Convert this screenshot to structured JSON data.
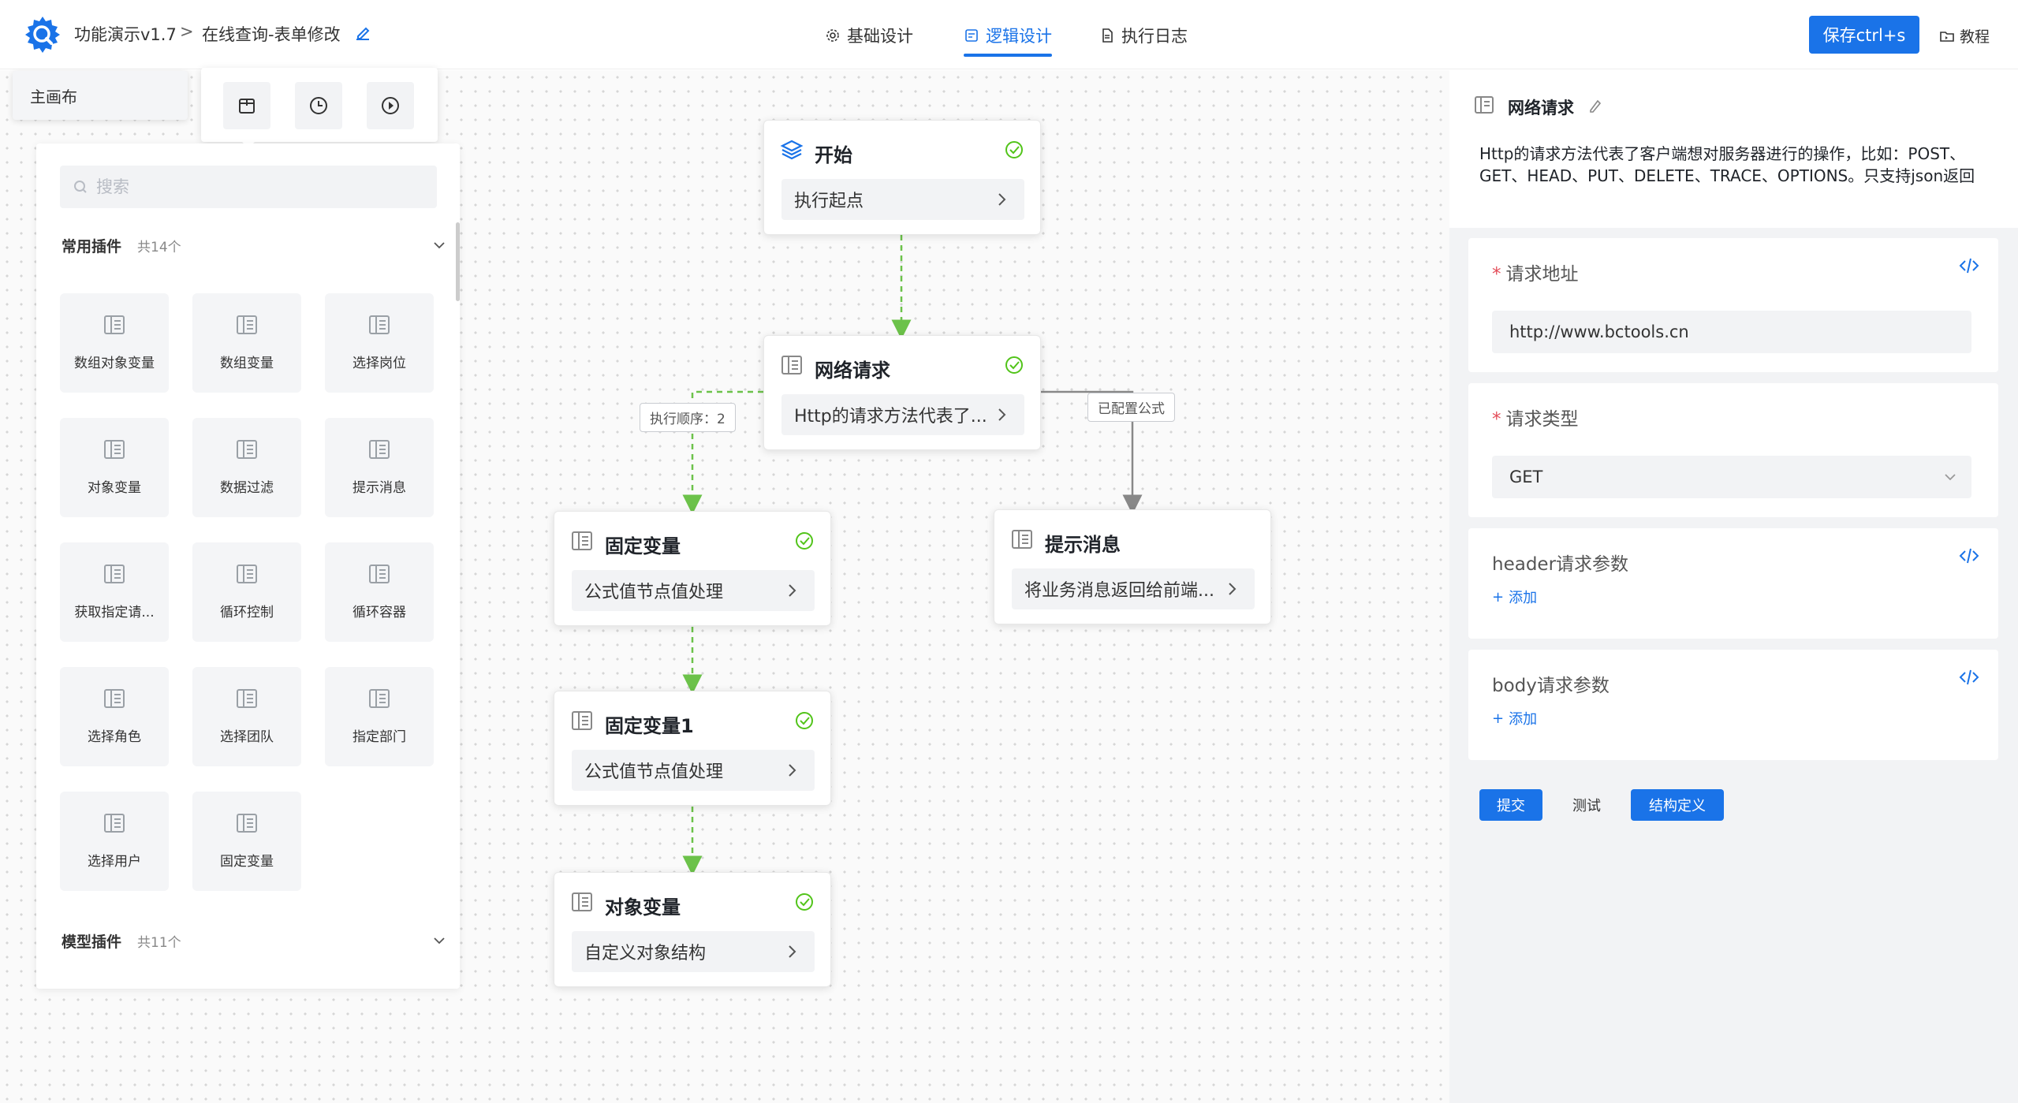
{
  "header": {
    "app_title": "功能演示v1.7",
    "breadcrumb_separator": ">",
    "page_name": "在线查询-表单修改",
    "tabs": [
      {
        "label": "基础设计",
        "icon": "gear-icon",
        "active": false
      },
      {
        "label": "逻辑设计",
        "icon": "logic-icon",
        "active": true
      },
      {
        "label": "执行日志",
        "icon": "document-icon",
        "active": false
      }
    ],
    "save_label": "保存ctrl+s",
    "tutorial_label": "教程",
    "accent_color": "#1a73e8"
  },
  "canvas": {
    "tab_label": "主画布",
    "toolbar": [
      "package-icon",
      "clock-icon",
      "play-icon"
    ]
  },
  "plugin_panel": {
    "search_placeholder": "搜索",
    "sections": [
      {
        "title": "常用插件",
        "count": "共14个",
        "expanded": true
      },
      {
        "title": "模型插件",
        "count": "共11个",
        "expanded": false
      }
    ],
    "items": [
      "数组对象变量",
      "数组变量",
      "选择岗位",
      "对象变量",
      "数据过滤",
      "提示消息",
      "获取指定请...",
      "循环控制",
      "循环容器",
      "选择角色",
      "选择团队",
      "指定部门",
      "选择用户",
      "固定变量"
    ]
  },
  "flow": {
    "nodes": [
      {
        "id": "start",
        "title": "开始",
        "body": "执行起点",
        "icon": "layers-icon",
        "status": "success"
      },
      {
        "id": "http",
        "title": "网络请求",
        "body": "Http的请求方法代表了...",
        "icon": "panel-icon",
        "status": "success"
      },
      {
        "id": "fixed",
        "title": "固定变量",
        "body": "公式值节点值处理",
        "icon": "panel-icon",
        "status": "success"
      },
      {
        "id": "message",
        "title": "提示消息",
        "body": "将业务消息返回给前端...",
        "icon": "panel-icon",
        "status": "none"
      },
      {
        "id": "fixed1",
        "title": "固定变量1",
        "body": "公式值节点值处理",
        "icon": "panel-icon",
        "status": "success"
      },
      {
        "id": "object",
        "title": "对象变量",
        "body": "自定义对象结构",
        "icon": "panel-icon",
        "status": "success"
      }
    ],
    "edge_labels": {
      "order": "执行顺序：2",
      "configured": "已配置公式"
    },
    "success_color": "#52c41a"
  },
  "properties": {
    "title": "网络请求",
    "description": "Http的请求方法代表了客户端想对服务器进行的操作，比如：POST、GET、HEAD、PUT、DELETE、TRACE、OPTIONS。只支持json返回",
    "fields": {
      "url": {
        "label": "请求地址",
        "value": "http://www.bctools.cn",
        "required": true
      },
      "method": {
        "label": "请求类型",
        "value": "GET",
        "required": true
      },
      "header": {
        "label": "header请求参数",
        "add_label": "添加"
      },
      "body": {
        "label": "body请求参数",
        "add_label": "添加"
      }
    },
    "buttons": {
      "submit": "提交",
      "test": "测试",
      "schema": "结构定义"
    }
  }
}
